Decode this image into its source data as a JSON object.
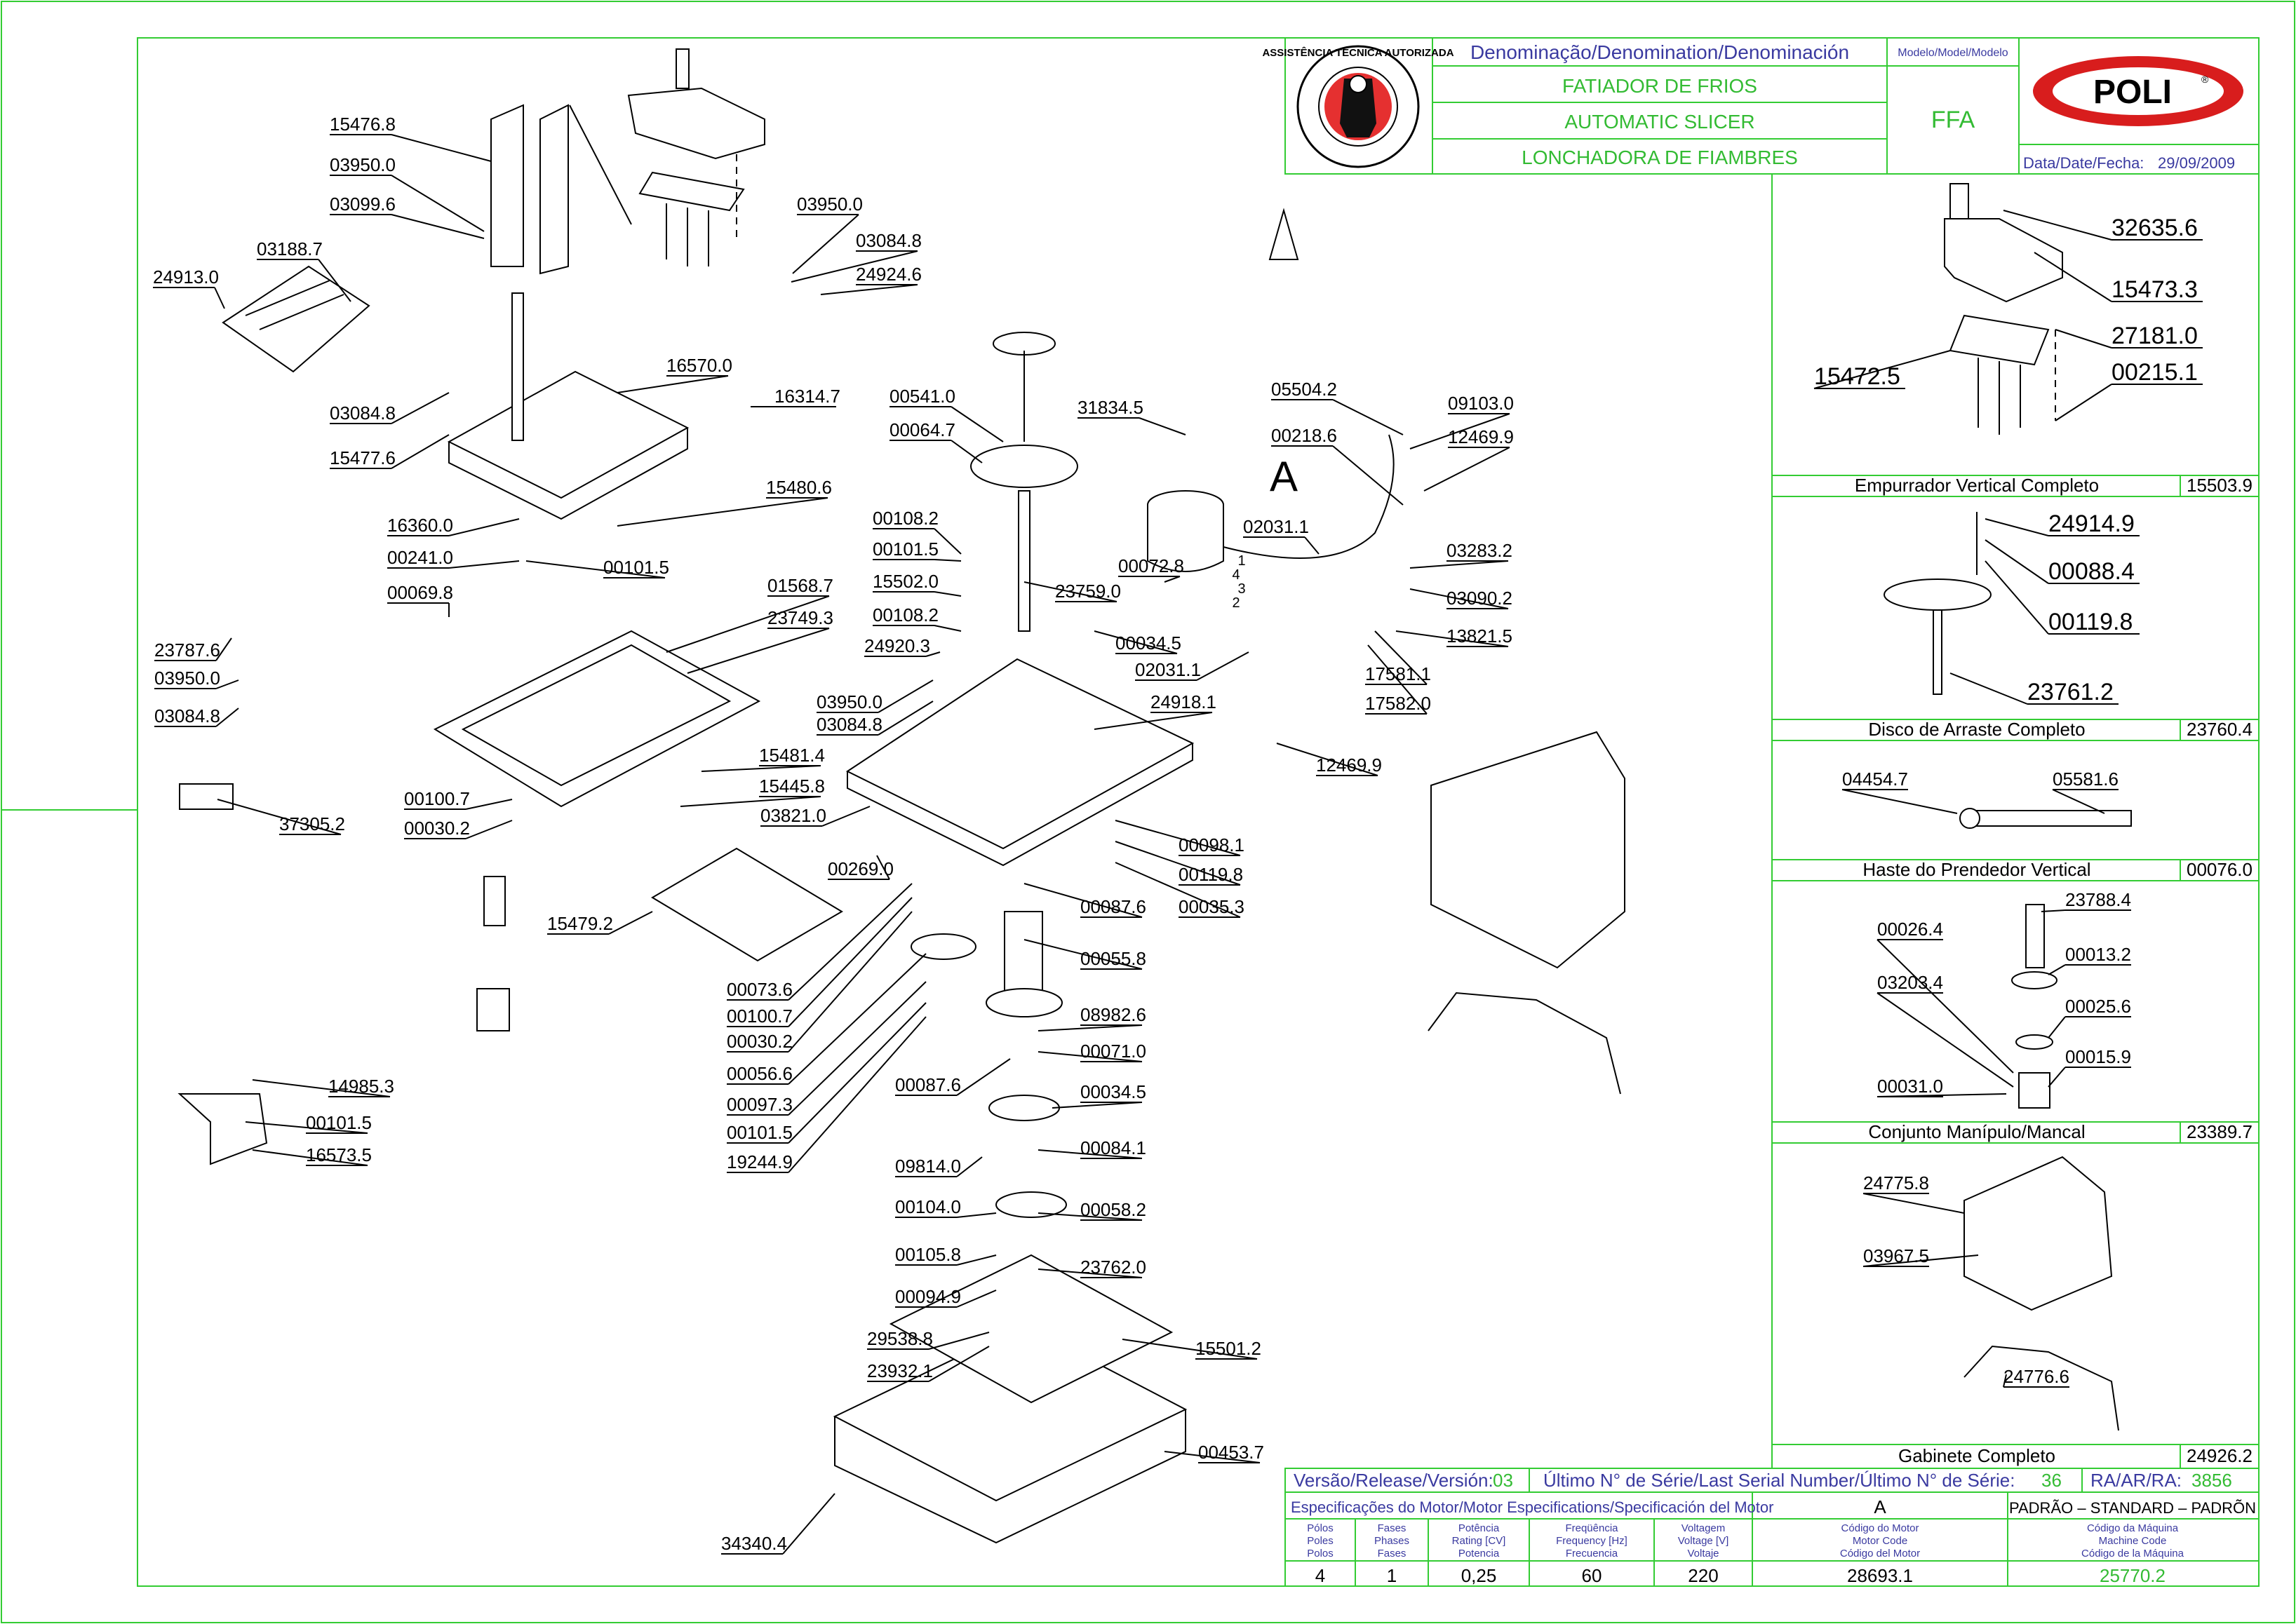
{
  "title_block": {
    "denomination_header": "Denominação/Denomination/Denominación",
    "name_pt": "FATIADOR DE FRIOS",
    "name_en": "AUTOMATIC SLICER",
    "name_es": "LONCHADORA DE FIAMBRES",
    "model_header": "Modelo/Model/Modelo",
    "model": "FFA",
    "brand": "POLI",
    "brand_mark": "®",
    "date_label": "Data/Date/Fecha:",
    "date": "29/09/2009",
    "seal_text": "ASSISTÊNCIA TÉCNICA AUTORIZADA"
  },
  "bottom_block": {
    "version_label": "Versão/Release/Versión:",
    "version": "03",
    "serial_label": "Último N° de Série/Last Serial Number/Último N° de Série:",
    "serial": "36",
    "ra_label": "RA/AR/RA:",
    "ra": "3856",
    "motor_spec_label": "Especificações do Motor/Motor Especifications/Specificación del Motor",
    "motor_rev": "A",
    "standard": "PADRÃO  –  STANDARD  –  PADRÕN",
    "col_headers": [
      {
        "l1": "Pólos",
        "l2": "Poles",
        "l3": "Polos"
      },
      {
        "l1": "Fases",
        "l2": "Phases",
        "l3": "Fases"
      },
      {
        "l1": "Potência",
        "l2": "Rating [CV]",
        "l3": "Potencia"
      },
      {
        "l1": "Freqüência",
        "l2": "Frequency [Hz]",
        "l3": "Frecuencia"
      },
      {
        "l1": "Voltagem",
        "l2": "Voltage [V]",
        "l3": "Voltaje"
      },
      {
        "l1": "Código do Motor",
        "l2": "Motor Code",
        "l3": "Código del Motor"
      },
      {
        "l1": "Código da Máquina",
        "l2": "Machine Code",
        "l3": "Código de la Máquina"
      }
    ],
    "values": [
      "4",
      "1",
      "0,25",
      "60",
      "220",
      "28693.1",
      "25770.2"
    ]
  },
  "subassemblies": [
    {
      "name": "Empurrador Vertical Completo",
      "code": "15503.9"
    },
    {
      "name": "Disco de Arraste Completo",
      "code": "23760.4"
    },
    {
      "name": "Haste do Prendedor Vertical",
      "code": "00076.0"
    },
    {
      "name": "Conjunto Manípulo/Mancal",
      "code": "23389.7"
    },
    {
      "name": "Gabinete Completo",
      "code": "24926.2"
    }
  ],
  "detail_marker": "A",
  "wire_numbers": [
    "1",
    "4",
    "3",
    "2"
  ],
  "main_labels": [
    "15476.8",
    "03950.0",
    "03099.6",
    "03188.7",
    "24913.0",
    "03950.0",
    "03084.8",
    "24924.6",
    "16570.0",
    "03084.8",
    "16314.7",
    "15477.6",
    "15480.6",
    "16360.0",
    "00241.0",
    "00101.5",
    "00069.8",
    "01568.7",
    "23749.3",
    "23787.6",
    "03950.0",
    "03084.8",
    "15481.4",
    "15445.8",
    "00100.7",
    "00030.2",
    "37305.2",
    "15479.2",
    "14985.3",
    "00101.5",
    "16573.5",
    "00541.0",
    "00064.7",
    "31834.5",
    "05504.2",
    "09103.0",
    "12469.9",
    "00218.6",
    "02031.1",
    "03283.2",
    "03090.2",
    "13821.5",
    "17581.1",
    "17582.0",
    "02031.1",
    "00108.2",
    "00101.5",
    "15502.0",
    "00108.2",
    "24920.3",
    "00072.8",
    "23759.0",
    "00034.5",
    "03950.0",
    "03084.8",
    "24918.1",
    "12469.9",
    "03821.0",
    "00269.0",
    "00098.1",
    "00119.8",
    "00087.6",
    "00035.3",
    "00055.8",
    "00073.6",
    "00100.7",
    "00030.2",
    "00056.6",
    "00097.3",
    "00101.5",
    "19244.9",
    "08982.6",
    "00071.0",
    "00087.6",
    "00034.5",
    "09814.0",
    "00084.1",
    "00104.0",
    "00058.2",
    "00105.8",
    "23762.0",
    "00094.9",
    "29538.8",
    "23932.1",
    "15501.2",
    "00453.7",
    "34340.4"
  ],
  "side_labels": [
    "32635.6",
    "15473.3",
    "27181.0",
    "15472.5",
    "00215.1",
    "24914.9",
    "00088.4",
    "00119.8",
    "23761.2",
    "04454.7",
    "05581.6",
    "23788.4",
    "00026.4",
    "00013.2",
    "03203.4",
    "00025.6",
    "00015.9",
    "00031.0",
    "24775.8",
    "03967.5",
    "24776.6"
  ]
}
